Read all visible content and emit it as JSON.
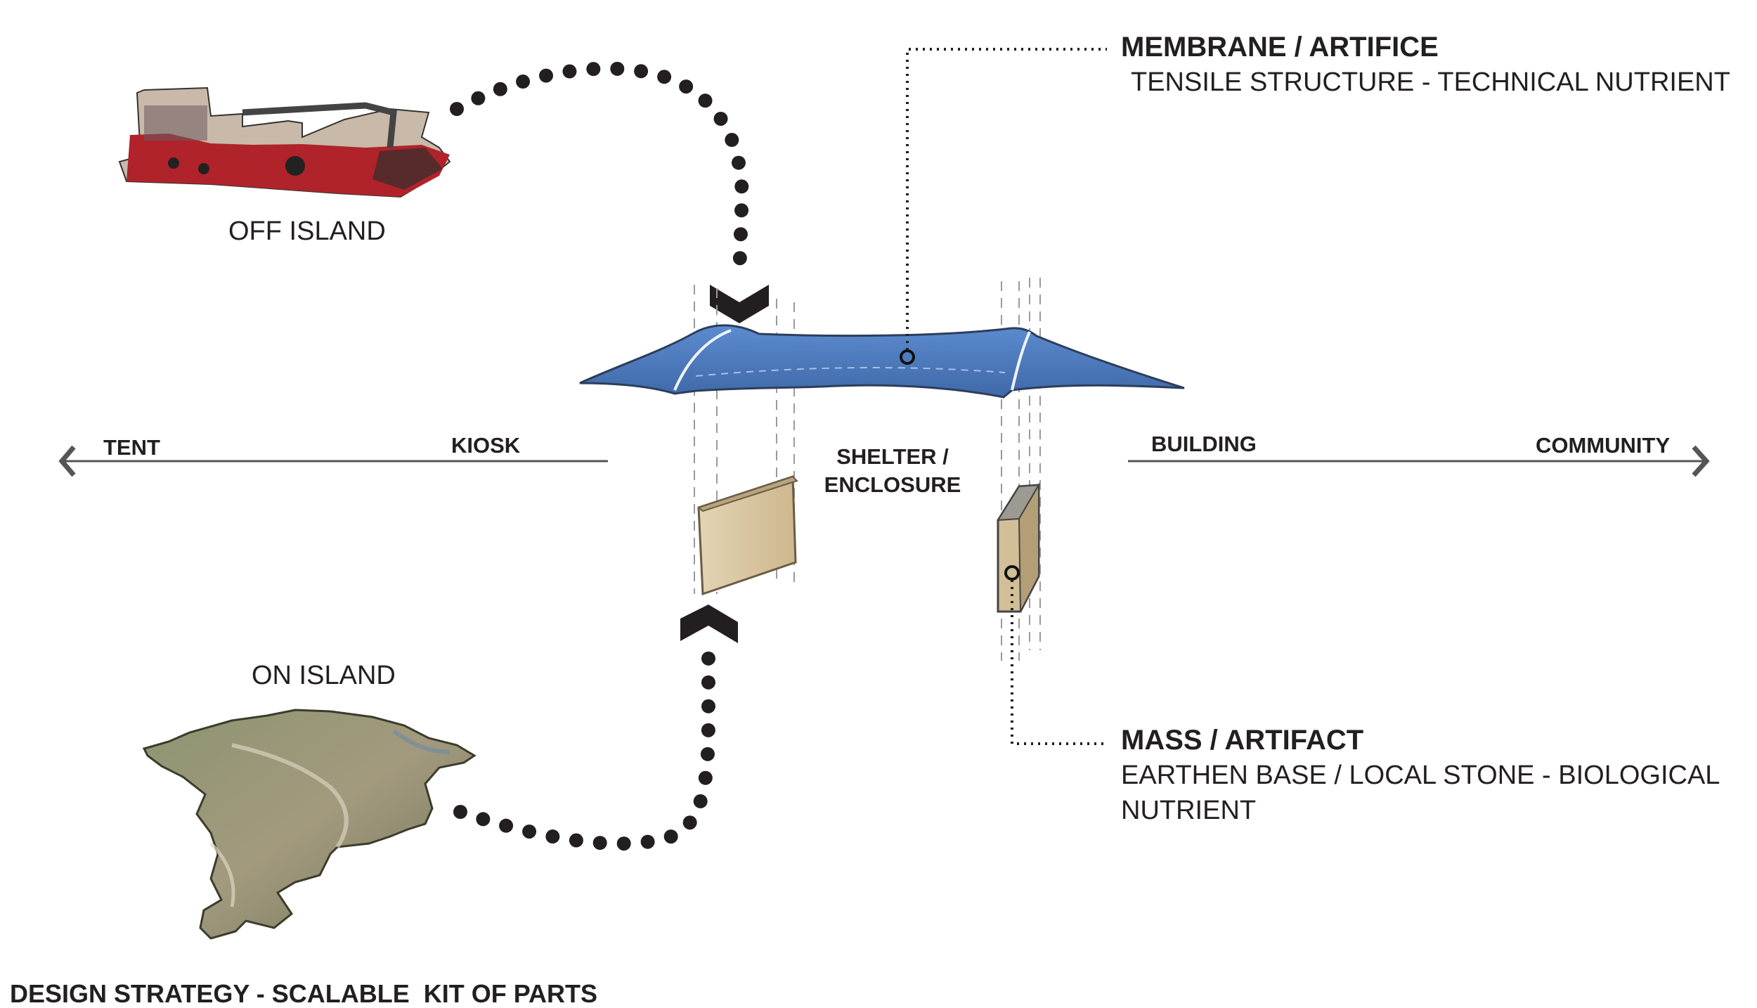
{
  "title": "DESIGN STRATEGY - SCALABLE  KIT OF PARTS",
  "sources": {
    "off_island": "OFF ISLAND",
    "on_island": "ON ISLAND"
  },
  "scale_axis": {
    "left": [
      "TENT",
      "KIOSK"
    ],
    "center_line1": "SHELTER /",
    "center_line2": "ENCLOSURE",
    "right": [
      "BUILDING",
      "COMMUNITY"
    ]
  },
  "components": {
    "membrane": {
      "heading": "MEMBRANE / ARTIFICE",
      "description": "TENSILE STRUCTURE - TECHNICAL NUTRIENT"
    },
    "mass": {
      "heading": "MASS / ARTIFACT",
      "description_line1": "EARTHEN BASE / LOCAL STONE - BIOLOGICAL",
      "description_line2": "NUTRIENT"
    }
  },
  "icons": [
    "cargo-ship-image",
    "island-aerial-image",
    "tensile-membrane-icon",
    "timber-block-icon",
    "stone-block-icon",
    "dotted-arrow-icon",
    "chevron-left-icon",
    "chevron-right-icon"
  ],
  "colors": {
    "membrane": "#4e7bbf",
    "block": "#d6c4a0",
    "ship_hull": "#b0232a",
    "ink": "#231f20"
  }
}
